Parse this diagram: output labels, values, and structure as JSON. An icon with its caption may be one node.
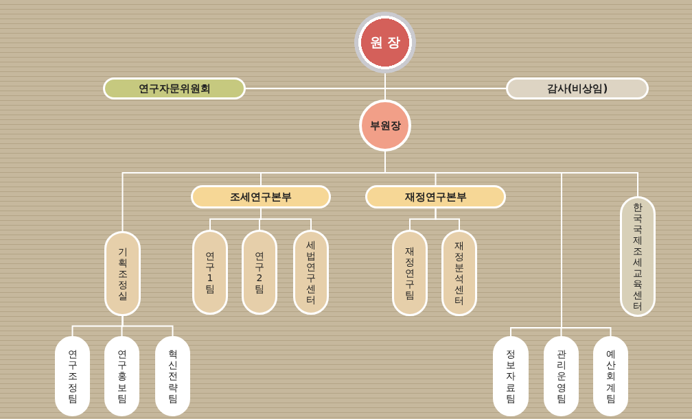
{
  "diagram": {
    "nodes": [
      {
        "text": [
          "원 장"
        ]
      },
      {
        "text": [
          "연구자문위원회"
        ]
      },
      {
        "text": [
          "감사(비상임)"
        ]
      },
      {
        "text": [
          "부원장"
        ]
      },
      {
        "text": [
          "기획조정실"
        ]
      },
      {
        "text": [
          "조세연구본부"
        ]
      },
      {
        "text": [
          "재정연구본부"
        ]
      },
      {
        "text": [
          "한국국제조세교육센터"
        ]
      },
      {
        "text": [
          "연구1팀"
        ]
      },
      {
        "text": [
          "연구2팀"
        ]
      },
      {
        "text": [
          "세법연구센터"
        ]
      },
      {
        "text": [
          "재정연구팀"
        ]
      },
      {
        "text": [
          "재정분석센터"
        ]
      },
      {
        "text": [
          "연구조정팀"
        ]
      },
      {
        "text": [
          "연구홍보팀"
        ]
      },
      {
        "text": [
          "혁신전략팀"
        ]
      },
      {
        "text": [
          "정보자료팀"
        ]
      },
      {
        "text": [
          "관리운영팀"
        ]
      },
      {
        "text": [
          "예산회계팀"
        ]
      }
    ],
    "edges": [
      {
        "from": 0,
        "to": 1,
        "arrow": "none"
      },
      {
        "from": 0,
        "to": 2,
        "arrow": "none"
      },
      {
        "from": 0,
        "to": 3,
        "arrow": "none"
      },
      {
        "from": 3,
        "to": 4,
        "arrow": "none"
      },
      {
        "from": 3,
        "to": 5,
        "arrow": "none"
      },
      {
        "from": 3,
        "to": 6,
        "arrow": "none"
      },
      {
        "from": 3,
        "to": 7,
        "arrow": "none"
      },
      {
        "from": 5,
        "to": 8,
        "arrow": "none"
      },
      {
        "from": 5,
        "to": 9,
        "arrow": "none"
      },
      {
        "from": 5,
        "to": 10,
        "arrow": "none"
      },
      {
        "from": 6,
        "to": 11,
        "arrow": "none"
      },
      {
        "from": 6,
        "to": 12,
        "arrow": "none"
      },
      {
        "from": 4,
        "to": 13,
        "arrow": "none"
      },
      {
        "from": 4,
        "to": 14,
        "arrow": "none"
      },
      {
        "from": 4,
        "to": 15,
        "arrow": "none"
      },
      {
        "from": 3,
        "to": 16,
        "arrow": "none"
      },
      {
        "from": 3,
        "to": 17,
        "arrow": "none"
      },
      {
        "from": 3,
        "to": 18,
        "arrow": "none"
      }
    ]
  }
}
